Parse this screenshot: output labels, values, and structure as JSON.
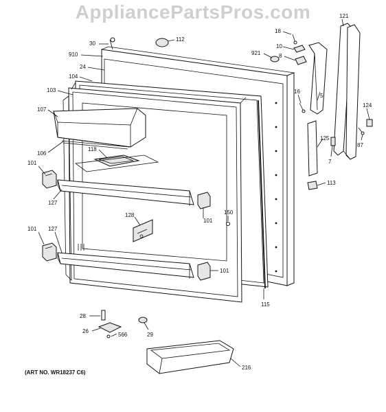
{
  "watermark": "AppliancePartsPros.com",
  "art_number": "(ART NO. WR18237 C6)",
  "callouts": {
    "c30": "30",
    "c112": "112",
    "c910": "910",
    "c24": "24",
    "c104": "104",
    "c103": "103",
    "c107": "107",
    "c106": "106",
    "c118": "118",
    "c101a": "101",
    "c127a": "127",
    "c128": "128",
    "c101b": "101",
    "c150": "150",
    "c101c": "101",
    "c127b": "127",
    "c101d": "101",
    "c115": "115",
    "c18": "18",
    "c10": "10",
    "c921": "921",
    "c8": "8",
    "c16": "16",
    "c5": "5",
    "c121": "121",
    "c124": "124",
    "c87": "87",
    "c125": "125",
    "c7": "7",
    "c113": "113",
    "c28": "28",
    "c26": "26",
    "c566": "566",
    "c29": "29",
    "c216": "216"
  }
}
